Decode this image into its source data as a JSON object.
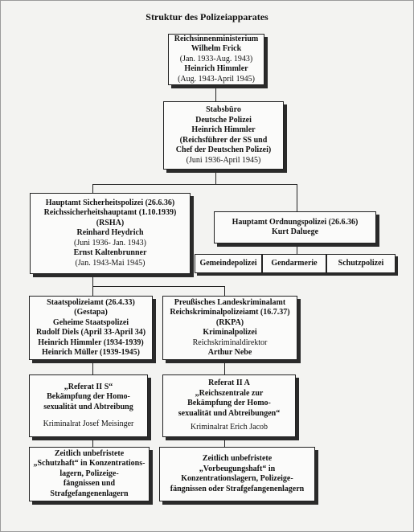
{
  "title": "Struktur des Polizeiapparates",
  "reichsinnen": [
    "Reichsinnenministerium",
    "Wilhelm Frick",
    "(Jan. 1933-Aug. 1943)",
    "Heinrich Himmler",
    "(Aug. 1943-April 1945)"
  ],
  "stabsbuero": [
    "Stabsbüro",
    "Deutsche Polizei",
    "Heinrich Himmler",
    "(Reichsführer der SS und",
    "Chef der Deutschen Polizei)",
    "(Juni 1936-April 1945)"
  ],
  "sipo": [
    "Hauptamt Sicherheitspolizei (26.6.36)",
    "Reichssicherheitshauptamt (1.10.1939)",
    "(RSHA)",
    "Reinhard Heydrich",
    "(Juni 1936- Jan. 1943)",
    "Ernst Kaltenbrunner",
    "(Jan. 1943-Mai 1945)"
  ],
  "orpo": [
    "Hauptamt Ordnungspolizei (26.6.36)",
    "Kurt Daluege"
  ],
  "orpo_units": [
    "Gemeindepolizei",
    "Gendarmerie",
    "Schutzpolizei"
  ],
  "gestapo": [
    "Staatspolizeiamt (26.4.33)",
    "(Gestapa)",
    "Geheime Staatspolizei",
    "Rudolf Diels (April 33-April 34)",
    "Heinrich Himmler (1934-1939)",
    "Heinrich Müller (1939-1945)"
  ],
  "kripo": [
    "Preußisches Landeskriminalamt",
    "Reichskriminalpolizeiamt (16.7.37)",
    "(RKPA)",
    "Kriminalpolizei",
    "Reichskriminaldirektor",
    "Arthur Nebe"
  ],
  "ref2s": [
    "„Referat II S“",
    "Bekämpfung der Homo-",
    "sexualität und Abtreibung",
    "Kriminalrat Josef Meisinger"
  ],
  "ref2a": [
    "Referat II A",
    "„Reichszentrale zur",
    "Bekämpfung der Homo-",
    "sexualität und Abtreibungen“",
    "Kriminalrat Erich Jacob"
  ],
  "schutzhaft": [
    "Zeitlich unbefristete",
    "„Schutzhaft“ in Konzentrations-",
    "lagern, Polizeige-",
    "fängnissen und",
    "Strafgefangenenlagern"
  ],
  "vorbeugung": [
    "Zeitlich unbefristete",
    "„Vorbeugungshaft“ in",
    "Konzentrationslagern, Polizeige-",
    "fängnissen oder Strafgefangenenlagern"
  ]
}
